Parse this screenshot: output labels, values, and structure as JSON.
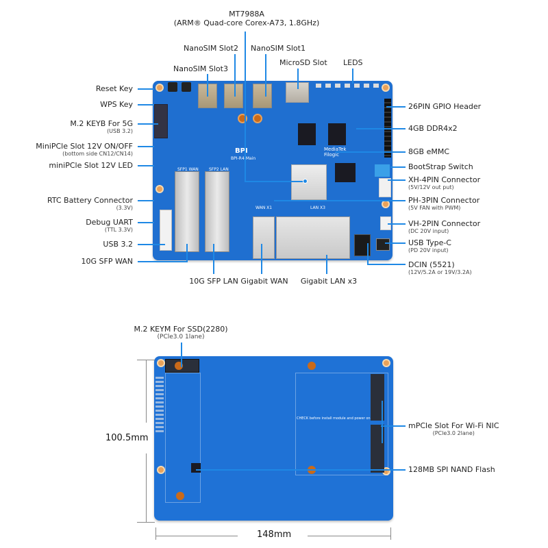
{
  "top_view": {
    "top_labels": {
      "soc": {
        "title": "MT7988A",
        "sub": "(ARM® Quad-core Corex-A73, 1.8GHz)"
      },
      "nanosim2": "NanoSIM Slot2",
      "nanosim1": "NanoSIM Slot1",
      "nanosim3": "NanoSIM Slot3",
      "microsd": "MicroSD Slot",
      "leds": "LEDS"
    },
    "left_labels": [
      {
        "title": "Reset Key",
        "sub": ""
      },
      {
        "title": "WPS Key",
        "sub": ""
      },
      {
        "title": "M.2 KEYB For 5G",
        "sub": "(USB 3.2)"
      },
      {
        "title": "MiniPCle Slot 12V ON/OFF",
        "sub": "(bottom side CN12/CN14)"
      },
      {
        "title": "miniPCle Slot 12V LED",
        "sub": ""
      },
      {
        "title": "RTC Battery Connector",
        "sub": "(3.3V)"
      },
      {
        "title": "Debug UART",
        "sub": "(TTL 3.3V)"
      },
      {
        "title": "USB 3.2",
        "sub": ""
      },
      {
        "title": "10G SFP WAN",
        "sub": ""
      }
    ],
    "right_labels": [
      {
        "title": "26PIN GPIO Header",
        "sub": ""
      },
      {
        "title": "4GB DDR4x2",
        "sub": ""
      },
      {
        "title": "8GB eMMC",
        "sub": ""
      },
      {
        "title": "BootStrap Switch",
        "sub": ""
      },
      {
        "title": "XH-4PIN Connector",
        "sub": "(5V/12V out put)"
      },
      {
        "title": "PH-3PIN Connector",
        "sub": "(5V FAN with PWM)"
      },
      {
        "title": "VH-2PIN Connector",
        "sub": "(DC 20V input)"
      },
      {
        "title": "USB Type-C",
        "sub": "(PD 20V input)"
      },
      {
        "title": "DCIN (5521)",
        "sub": "(12V/5.2A or 19V/3.2A)"
      }
    ],
    "bottom_labels": {
      "sfp_lan": "10G SFP LAN",
      "gigabit_wan": "Gigabit WAN",
      "gigabit_lan": "Gigabit LAN x3"
    },
    "silkscreen": {
      "brand": "MediaTek Filogic",
      "logo": "BPI",
      "model": "BPI-R4-Main",
      "sfp1": "SFP1  WAN",
      "sfp2": "SFP2  LAN",
      "lan_x3": "LAN X3",
      "wan": "WAN X1"
    }
  },
  "bottom_view": {
    "m2_keym": {
      "title": "M.2 KEYM For SSD(2280)",
      "sub": "(PCle3.0 1lane)"
    },
    "mpcie": {
      "title": "mPCle Slot For Wi-Fi NIC",
      "sub": "(PCle3.0 2lane)"
    },
    "spi_nand": {
      "title": "128MB SPI NAND Flash",
      "sub": ""
    },
    "height_dim": "100.5mm",
    "width_dim": "148mm",
    "silkscreen_note": "CHECK before install module and power on"
  },
  "colors": {
    "board": "#1f6fd0",
    "callout": "#1e88e5",
    "mount_hole": "#e9a25a"
  }
}
